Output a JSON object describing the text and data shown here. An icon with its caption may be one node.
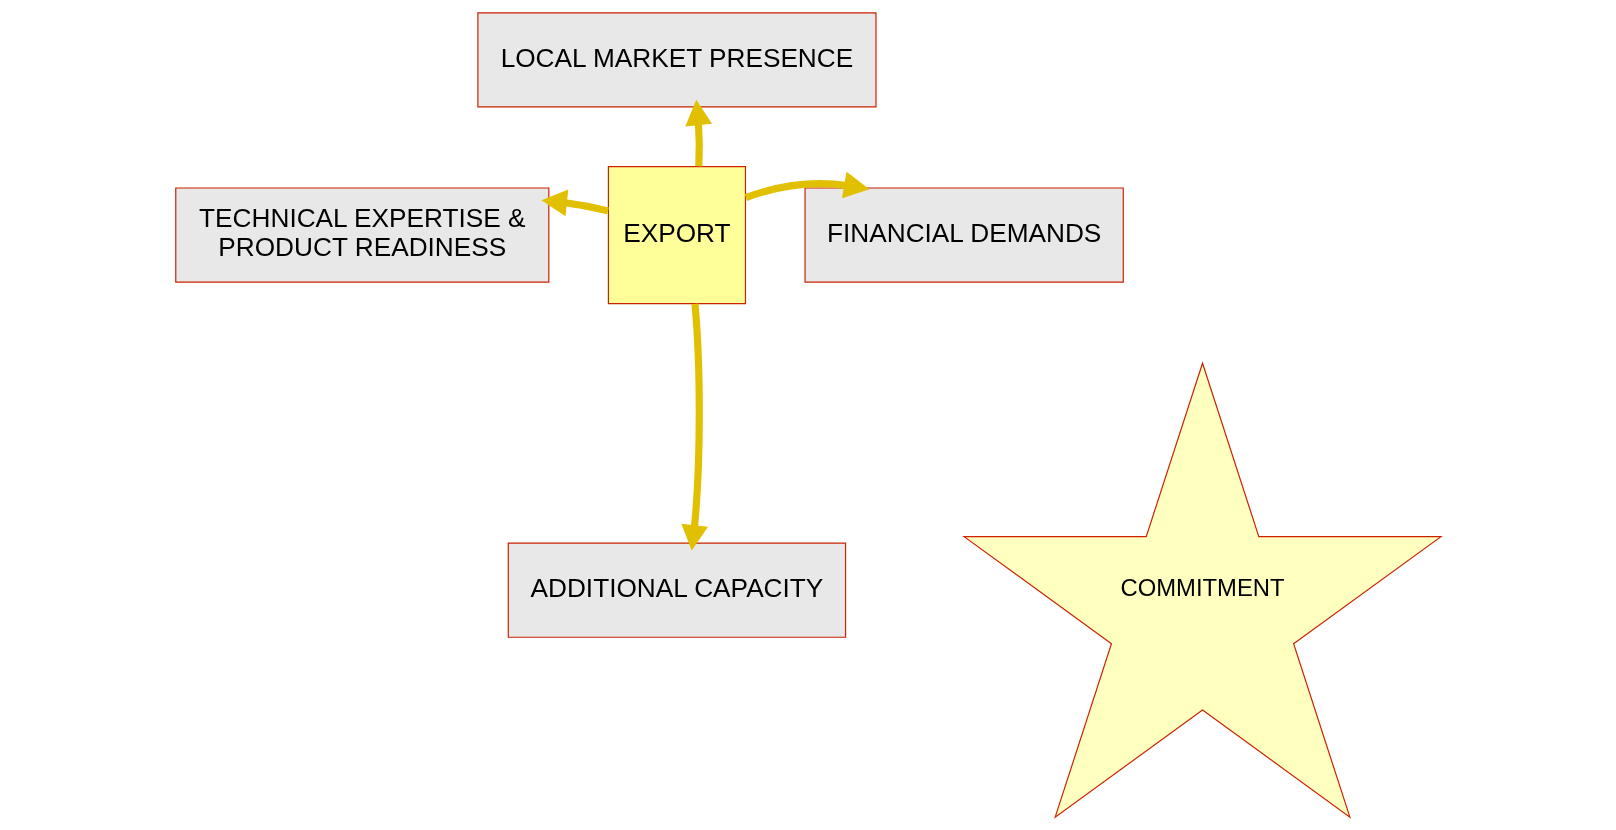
{
  "diagram": {
    "nodes": [
      {
        "text": [
          "LOCAL MARKET PRESENCE"
        ]
      },
      {
        "text": [
          "TECHNICAL EXPERTISE & PRODUCT READINESS"
        ]
      },
      {
        "text": [
          "EXPORT"
        ]
      },
      {
        "text": [
          "FINANCIAL DEMANDS"
        ]
      },
      {
        "text": [
          "ADDITIONAL CAPACITY"
        ]
      },
      {
        "text": [
          "COMMITMENT"
        ]
      }
    ],
    "edges": [
      {
        "from": 2,
        "to": 0,
        "arrow": "to"
      },
      {
        "from": 2,
        "to": 1,
        "arrow": "to"
      },
      {
        "from": 2,
        "to": 3,
        "arrow": "to"
      },
      {
        "from": 2,
        "to": 4,
        "arrow": "to"
      }
    ]
  }
}
